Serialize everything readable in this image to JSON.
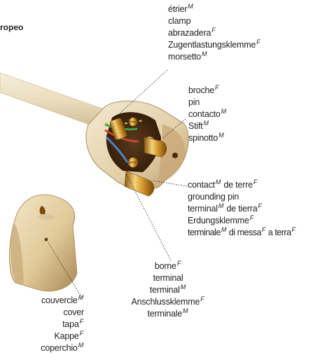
{
  "title": "ropeo",
  "labels": {
    "clamp": {
      "lines": [
        {
          "text": "étrier",
          "g": "M"
        },
        {
          "text": "clamp",
          "g": ""
        },
        {
          "text": "abrazadera",
          "g": "F"
        },
        {
          "text": "Zugentlastungsklemme",
          "g": "F"
        },
        {
          "text": "morsetto",
          "g": "M"
        }
      ]
    },
    "pin": {
      "lines": [
        {
          "text": "broche",
          "g": "F"
        },
        {
          "text": "pin",
          "g": ""
        },
        {
          "text": "contacto",
          "g": "M"
        },
        {
          "text": "Stift",
          "g": "M"
        },
        {
          "text": "spinotto",
          "g": "M"
        }
      ]
    },
    "grounding": {
      "l1_a": "contact",
      "l1_ga": "M",
      "l1_b": " de terre",
      "l1_gb": "F",
      "l2": "grounding pin",
      "l3_a": "terminal",
      "l3_ga": "M",
      "l3_b": " de tierra",
      "l3_gb": "F",
      "l4": "Erdungsklemme",
      "l4_g": "F",
      "l5_a": "terminale",
      "l5_ga": "M",
      "l5_b": " di messa",
      "l5_gb": "F",
      "l5_c": " a terra",
      "l5_gc": "F"
    },
    "terminal": {
      "lines": [
        {
          "text": "borne",
          "g": "F"
        },
        {
          "text": "terminal",
          "g": ""
        },
        {
          "text": "terminal",
          "g": "M"
        },
        {
          "text": "Anschlussklemme",
          "g": "F"
        },
        {
          "text": "terminale",
          "g": "M"
        }
      ]
    },
    "cover": {
      "lines": [
        {
          "text": "couvercle",
          "g": "M"
        },
        {
          "text": "cover",
          "g": ""
        },
        {
          "text": "tapa",
          "g": "F"
        },
        {
          "text": "Kappe",
          "g": "F"
        },
        {
          "text": "coperchio",
          "g": "M"
        }
      ]
    }
  }
}
